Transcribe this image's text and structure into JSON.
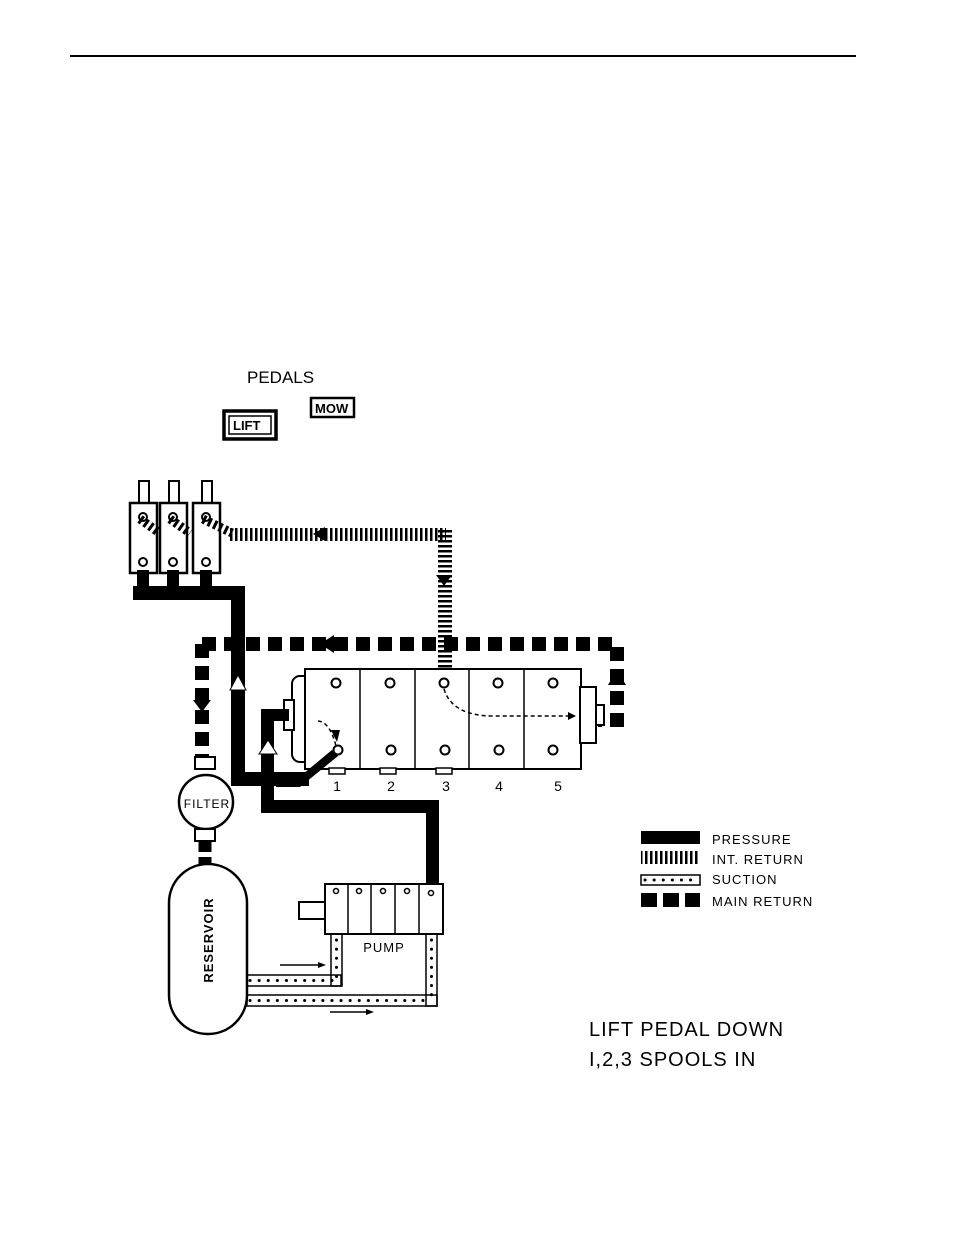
{
  "pedals": {
    "title": "PEDALS",
    "mow_label": "MOW",
    "lift_label": "LIFT"
  },
  "valve": {
    "spool_numbers": [
      "1",
      "2",
      "3",
      "4",
      "5"
    ]
  },
  "components": {
    "filter_label": "FILTER",
    "reservoir_label": "RESERVOIR",
    "pump_label": "PUMP"
  },
  "legend": {
    "items": [
      {
        "label": "PRESSURE",
        "style": "pressure"
      },
      {
        "label": "INT. RETURN",
        "style": "int-return"
      },
      {
        "label": "SUCTION",
        "style": "suction"
      },
      {
        "label": "MAIN RETURN",
        "style": "main-return"
      }
    ]
  },
  "caption": {
    "line1": "LIFT PEDAL DOWN",
    "line2": "I,2,3 SPOOLS IN"
  }
}
